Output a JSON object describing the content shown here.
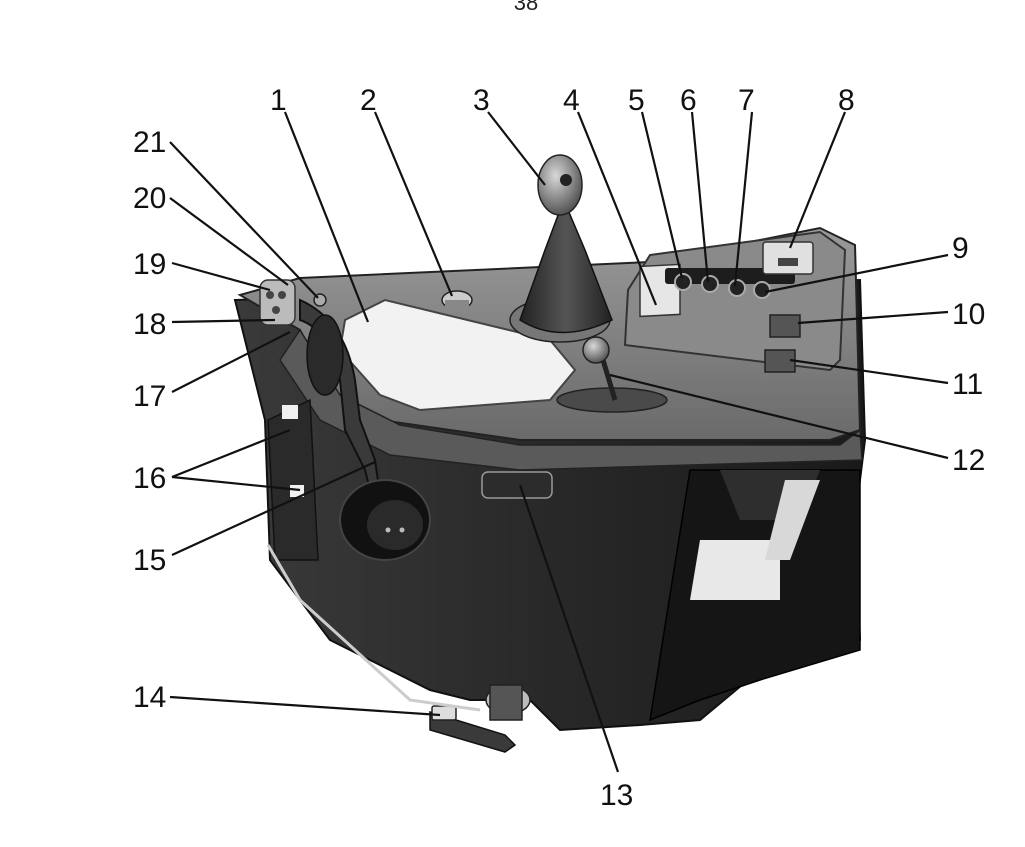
{
  "page_number": "38",
  "callouts": [
    {
      "id": "c1",
      "label": "1"
    },
    {
      "id": "c2",
      "label": "2"
    },
    {
      "id": "c3",
      "label": "3"
    },
    {
      "id": "c4",
      "label": "4"
    },
    {
      "id": "c5",
      "label": "5"
    },
    {
      "id": "c6",
      "label": "6"
    },
    {
      "id": "c7",
      "label": "7"
    },
    {
      "id": "c8",
      "label": "8"
    },
    {
      "id": "c9",
      "label": "9"
    },
    {
      "id": "c10",
      "label": "10"
    },
    {
      "id": "c11",
      "label": "11"
    },
    {
      "id": "c12",
      "label": "12"
    },
    {
      "id": "c13",
      "label": "13"
    },
    {
      "id": "c14",
      "label": "14"
    },
    {
      "id": "c15",
      "label": "15"
    },
    {
      "id": "c16",
      "label": "16"
    },
    {
      "id": "c17",
      "label": "17"
    },
    {
      "id": "c18",
      "label": "18"
    },
    {
      "id": "c19",
      "label": "19"
    },
    {
      "id": "c20",
      "label": "20"
    },
    {
      "id": "c21",
      "label": "21"
    }
  ]
}
